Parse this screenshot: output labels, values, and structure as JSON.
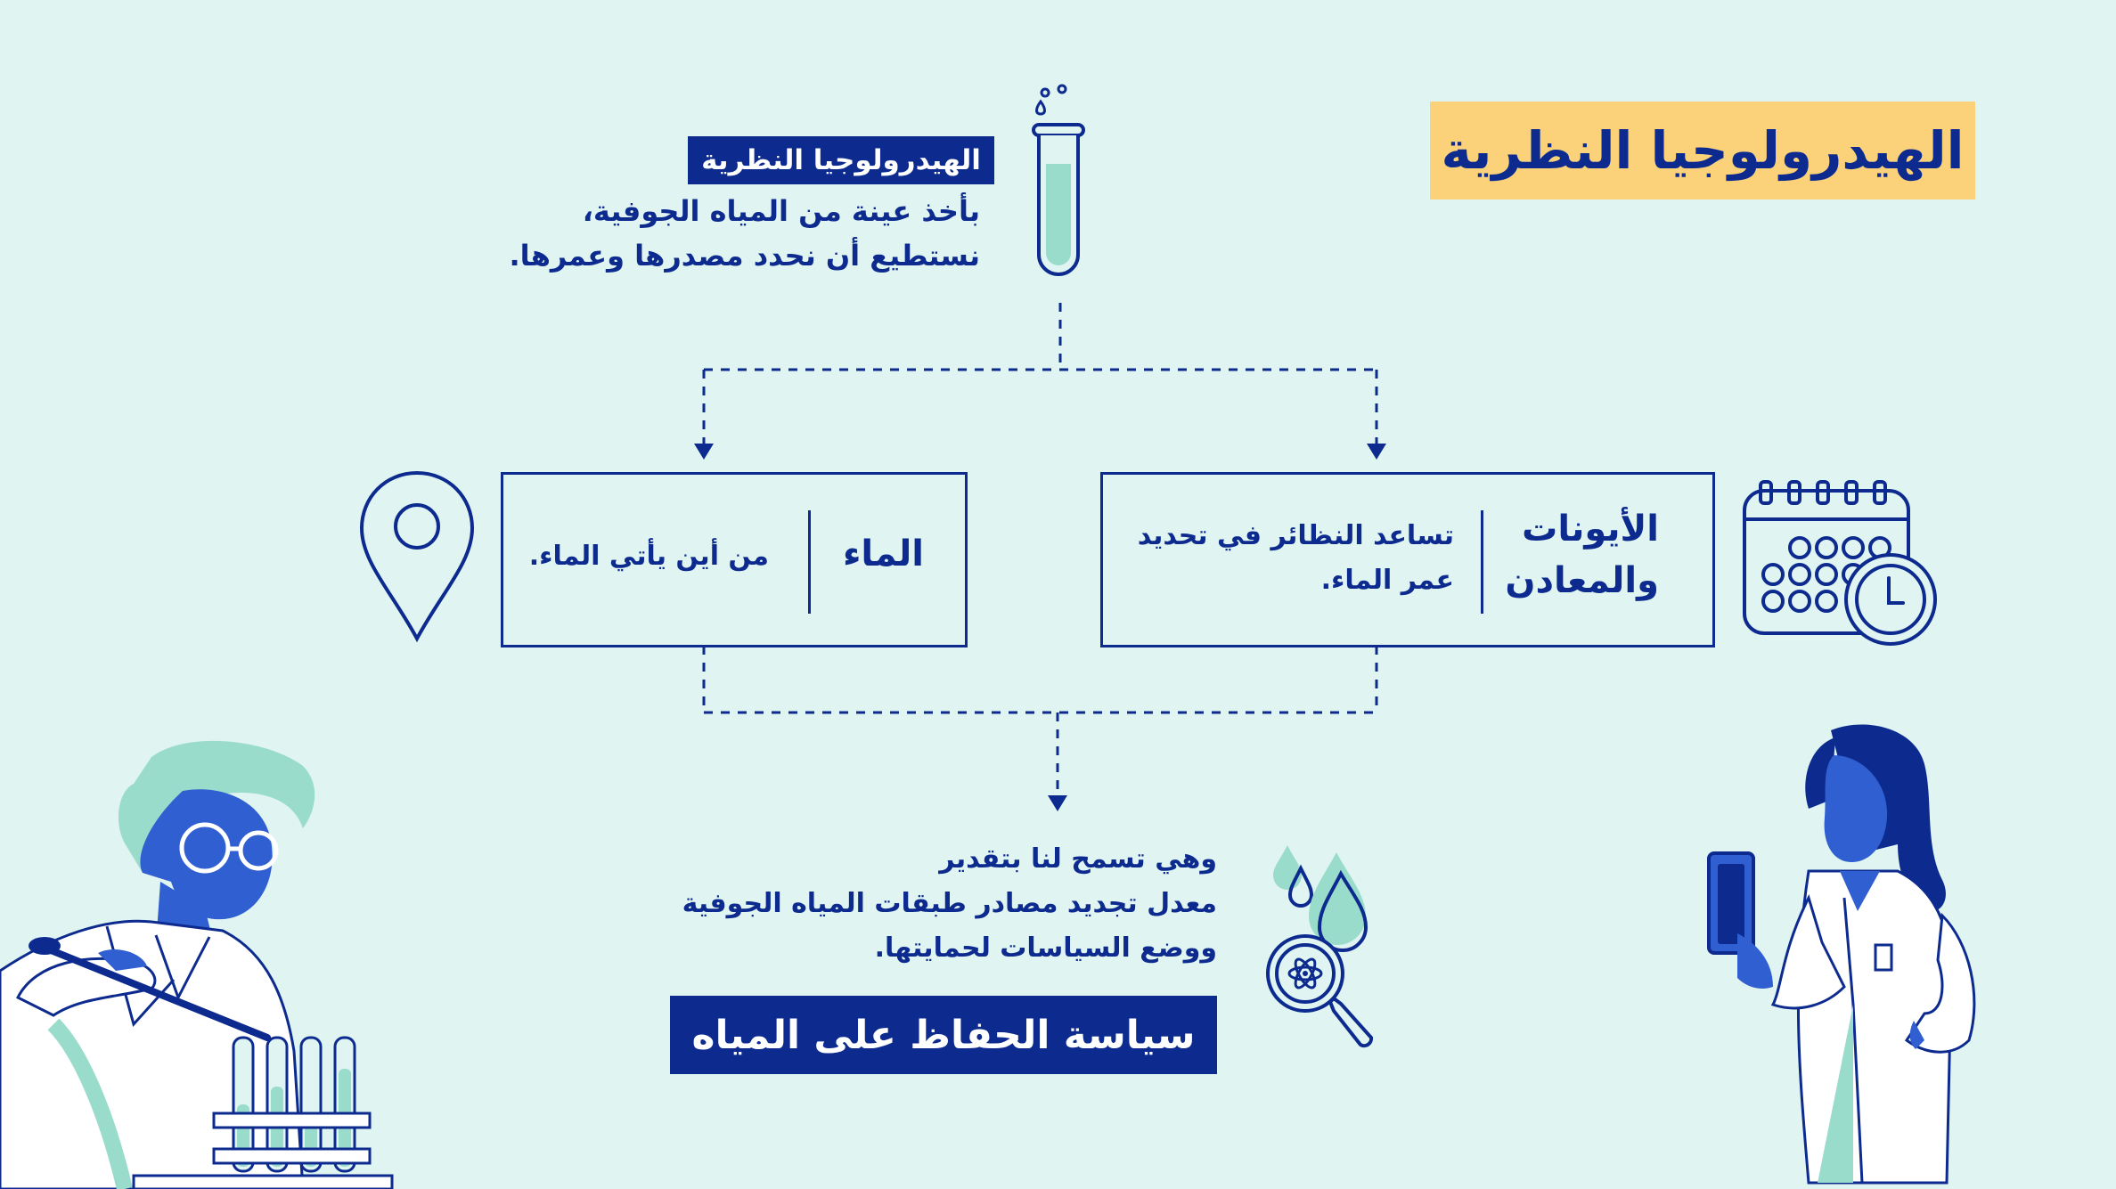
{
  "title": "الهيدرولوجيا النظرية",
  "intro": {
    "tag": "الهيدرولوجيا النظرية",
    "line1": "بأخذ عينة من المياه الجوفية،",
    "line2": "نستطيع أن نحدد مصدرها وعمرها."
  },
  "cards": {
    "ions": {
      "heading_line1": "الأيونات",
      "heading_line2": "والمعادن",
      "text_line1": "تساعد النظائر في تحديد",
      "text_line2": "عمر الماء."
    },
    "water": {
      "heading": "الماء",
      "text": "من أين يأتي الماء."
    }
  },
  "conclusion": {
    "line1": "وهي تسمح لنا بتقدير",
    "line2": "معدل تجديد مصادر طبقات المياه الجوفية",
    "line3": "ووضع السياسات لحمايتها.",
    "banner": "سياسة الحفاظ على المياه"
  },
  "icons": {
    "test_tube": "test-tube-icon",
    "calendar": "calendar-clock-icon",
    "location": "location-pin-icon",
    "drops_magnifier": "water-drops-magnifier-icon",
    "scientist_left": "scientist-with-test-tubes",
    "scientist_right": "scientist-with-tablet"
  },
  "colors": {
    "background": "#e0f4f2",
    "navy": "#0d2b8f",
    "accent_yellow": "#fbd27a",
    "mint": "#9adccb",
    "royal_blue": "#2f5fd0"
  }
}
